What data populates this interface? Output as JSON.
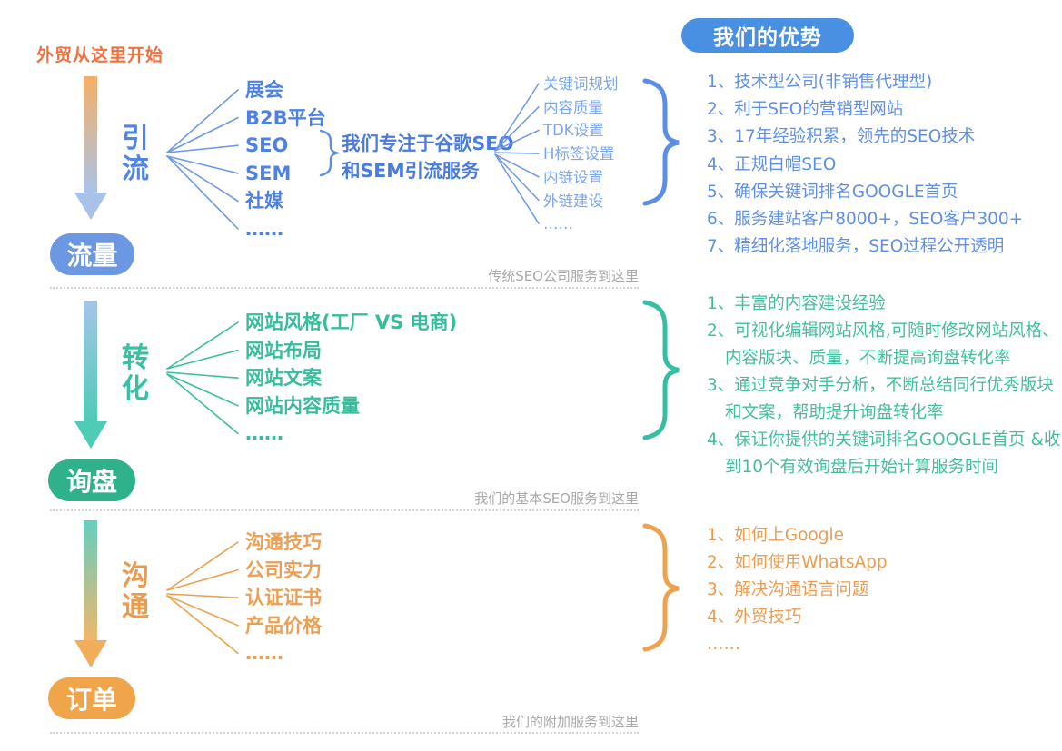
{
  "page": {
    "start_label": "外贸从这里开始",
    "advantages_title": "我们的优势"
  },
  "palette": {
    "blue": "#4E82E2",
    "blue_light": "#7CA5EC",
    "blue_badge": "#6B97E3",
    "blue_title_badge": "#4A90E2",
    "teal": "#35BD9C",
    "teal_badge": "#2FB28C",
    "orange": "#EC9F53",
    "orange_badge": "#F0A54A",
    "start_red_orange": "#F2703E",
    "divider_gray": "#A9A9A9"
  },
  "sections": [
    {
      "stage_label": "引流",
      "result_badge": "流量",
      "branches": [
        "展会",
        "B2B平台",
        "SEO",
        "SEM",
        "社媒",
        "……"
      ],
      "focus_note_line1": "我们专注于谷歌SEO",
      "focus_note_line2": "和SEM引流服务",
      "sub_branches": [
        "关键词规划",
        "内容质量",
        "TDK设置",
        "H标签设置",
        "内链设置",
        "外链建设",
        "……"
      ],
      "advantages": [
        "1、技术型公司(非销售代理型)",
        "2、利于SEO的营销型网站",
        "3、17年经验积累，领先的SEO技术",
        "4、正规白帽SEO",
        "5、确保关键词排名GOOGLE首页",
        "6、服务建站客户8000+，SEO客户300+",
        "7、精细化落地服务，SEO过程公开透明"
      ],
      "divider_note": "传统SEO公司服务到这里"
    },
    {
      "stage_label": "转化",
      "result_badge": "询盘",
      "branches": [
        "网站风格(工厂 VS 电商)",
        "网站布局",
        "网站文案",
        "网站内容质量",
        "……"
      ],
      "advantages": [
        "1、丰富的内容建设经验",
        "2、可视化编辑网站风格,可随时修改网站风格、内容版块、质量，不断提高询盘转化率",
        "3、通过竞争对手分析，不断总结同行优秀版块和文案，帮助提升询盘转化率",
        "4、保证你提供的关键词排名GOOGLE首页 &收到10个有效询盘后开始计算服务时间"
      ],
      "divider_note": "我们的基本SEO服务到这里"
    },
    {
      "stage_label": "沟通",
      "result_badge": "订单",
      "branches": [
        "沟通技巧",
        "公司实力",
        "认证证书",
        "产品价格",
        "……"
      ],
      "advantages": [
        "1、如何上Google",
        "2、如何使用WhatsApp",
        "3、解决沟通语言问题",
        "4、外贸技巧",
        "……"
      ],
      "divider_note": "我们的附加服务到这里"
    }
  ]
}
